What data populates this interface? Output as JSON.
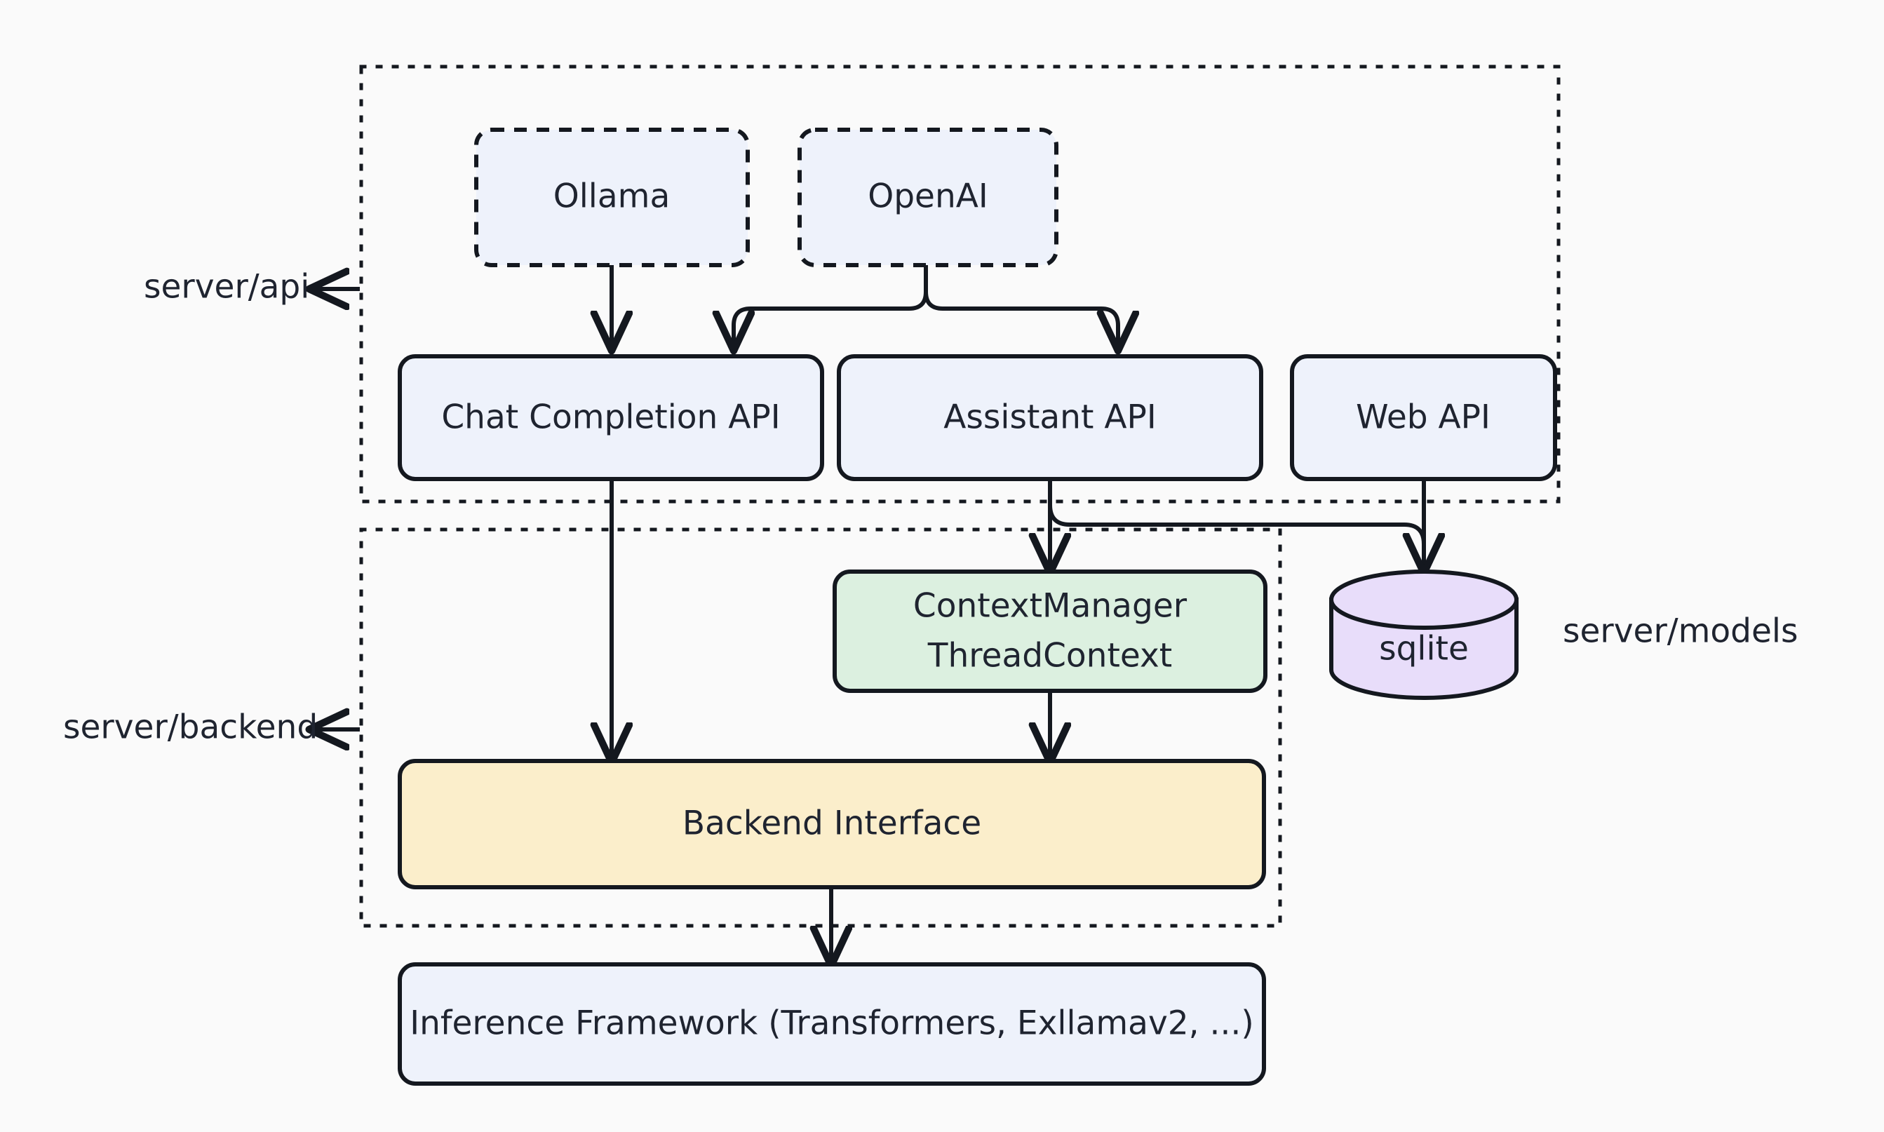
{
  "diagram": {
    "title": "Server Architecture Diagram",
    "background_color": "#fafafa",
    "stroke_color": "#14181f",
    "text_color": "#1f2430",
    "groups": [
      {
        "id": "server-api",
        "label": "server/api",
        "has_arrow": true,
        "arrow_direction": "left",
        "border_style": "dotted"
      },
      {
        "id": "server-backend",
        "label": "server/backend",
        "has_arrow": true,
        "arrow_direction": "left",
        "border_style": "dotted"
      },
      {
        "id": "server-models",
        "label": "server/models",
        "has_arrow": false,
        "arrow_direction": "none",
        "border_style": "none"
      }
    ],
    "nodes": [
      {
        "id": "ollama",
        "label": "Ollama",
        "shape": "rounded-rect",
        "border": "dashed",
        "fill": "#eef2fb",
        "group": "server-api"
      },
      {
        "id": "openai",
        "label": "OpenAI",
        "shape": "rounded-rect",
        "border": "dashed",
        "fill": "#eef2fb",
        "group": "server-api"
      },
      {
        "id": "chat-completion-api",
        "label": "Chat Completion API",
        "shape": "rounded-rect",
        "border": "solid",
        "fill": "#eef2fb",
        "group": "server-api"
      },
      {
        "id": "assistant-api",
        "label": "Assistant API",
        "shape": "rounded-rect",
        "border": "solid",
        "fill": "#eef2fb",
        "group": "server-api"
      },
      {
        "id": "web-api",
        "label": "Web API",
        "shape": "rounded-rect",
        "border": "solid",
        "fill": "#eef2fb",
        "group": "server-api"
      },
      {
        "id": "context-manager",
        "label_line1": "ContextManager",
        "label_line2": "ThreadContext",
        "shape": "rounded-rect",
        "border": "solid",
        "fill": "#dcf0e0",
        "group": "server-backend"
      },
      {
        "id": "sqlite",
        "label": "sqlite",
        "shape": "cylinder",
        "border": "solid",
        "fill": "#e8ddfa",
        "group": "server-models"
      },
      {
        "id": "backend-interface",
        "label": "Backend Interface",
        "shape": "rounded-rect",
        "border": "solid",
        "fill": "#fbeecb",
        "group": "server-backend"
      },
      {
        "id": "inference-framework",
        "label": "Inference Framework (Transformers, Exllamav2, ...)",
        "shape": "rounded-rect",
        "border": "solid",
        "fill": "#eef2fb",
        "group": "none"
      }
    ],
    "edges": [
      {
        "from": "ollama",
        "to": "chat-completion-api",
        "style": "straight",
        "arrowhead": true
      },
      {
        "from": "openai",
        "to": "chat-completion-api",
        "style": "branch-left",
        "arrowhead": true
      },
      {
        "from": "openai",
        "to": "assistant-api",
        "style": "branch-right",
        "arrowhead": true
      },
      {
        "from": "chat-completion-api",
        "to": "backend-interface",
        "style": "straight",
        "arrowhead": true
      },
      {
        "from": "assistant-api",
        "to": "context-manager",
        "style": "straight",
        "arrowhead": true
      },
      {
        "from": "assistant-api",
        "to": "sqlite",
        "style": "elbow-right",
        "arrowhead": true
      },
      {
        "from": "web-api",
        "to": "sqlite",
        "style": "straight",
        "arrowhead": true
      },
      {
        "from": "context-manager",
        "to": "backend-interface",
        "style": "straight",
        "arrowhead": true
      },
      {
        "from": "backend-interface",
        "to": "inference-framework",
        "style": "straight",
        "arrowhead": true
      }
    ]
  }
}
